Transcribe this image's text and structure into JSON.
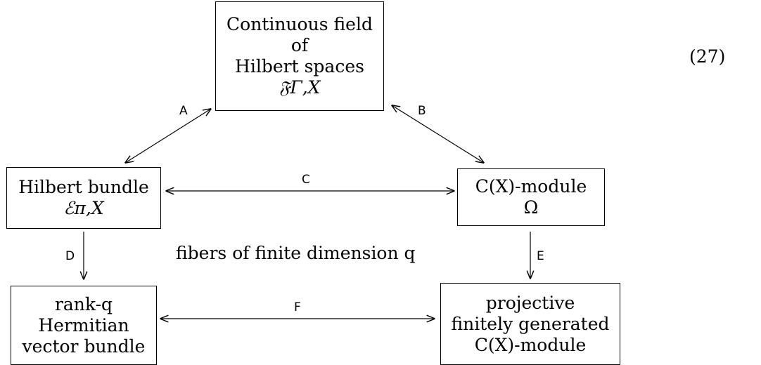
{
  "equation_number": "(27)",
  "boxes": {
    "top": {
      "lines": [
        "Continuous field",
        "of",
        "Hilbert spaces",
        "𝔉Γ,X"
      ]
    },
    "left": {
      "lines": [
        "Hilbert bundle",
        "ℰπ,X"
      ]
    },
    "right": {
      "lines": [
        "C(X)-module",
        "Ω"
      ]
    },
    "bottom_left": {
      "lines": [
        "rank-q",
        "Hermitian",
        "vector bundle"
      ]
    },
    "bottom_right": {
      "lines": [
        "projective",
        "finitely generated",
        "C(X)-module"
      ]
    }
  },
  "edges": {
    "A": "A",
    "B": "B",
    "C": "C",
    "D": "D",
    "E": "E",
    "F": "F"
  },
  "note": "fibers of finite dimension q"
}
